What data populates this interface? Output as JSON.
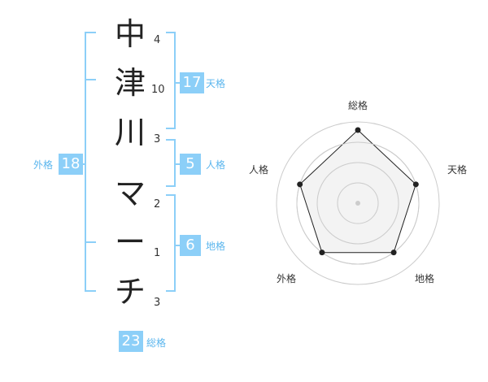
{
  "name_chars": [
    {
      "char": "中",
      "strokes": "4"
    },
    {
      "char": "津",
      "strokes": "10"
    },
    {
      "char": "川",
      "strokes": "3"
    },
    {
      "char": "マ",
      "strokes": "2"
    },
    {
      "char": "ー",
      "strokes": "1"
    },
    {
      "char": "チ",
      "strokes": "3"
    }
  ],
  "kakusu": {
    "tenkaku": {
      "value": "17",
      "label": "天格"
    },
    "jinkaku": {
      "value": "5",
      "label": "人格"
    },
    "chikaku": {
      "value": "6",
      "label": "地格"
    },
    "gaikaku": {
      "value": "18",
      "label": "外格"
    },
    "soukaku": {
      "value": "23",
      "label": "総格"
    }
  },
  "radar": {
    "axes": [
      "総格",
      "天格",
      "地格",
      "外格",
      "人格"
    ],
    "values": [
      0.9,
      0.75,
      0.75,
      0.75,
      0.75
    ],
    "max": 1,
    "rings": 4
  },
  "colors": {
    "bracket": "#8ccff8",
    "badge": "#8ccff8",
    "label": "#5bb6ee",
    "radar_line": "#222222",
    "radar_fill": "#f0f0f0",
    "ring": "#cccccc"
  }
}
